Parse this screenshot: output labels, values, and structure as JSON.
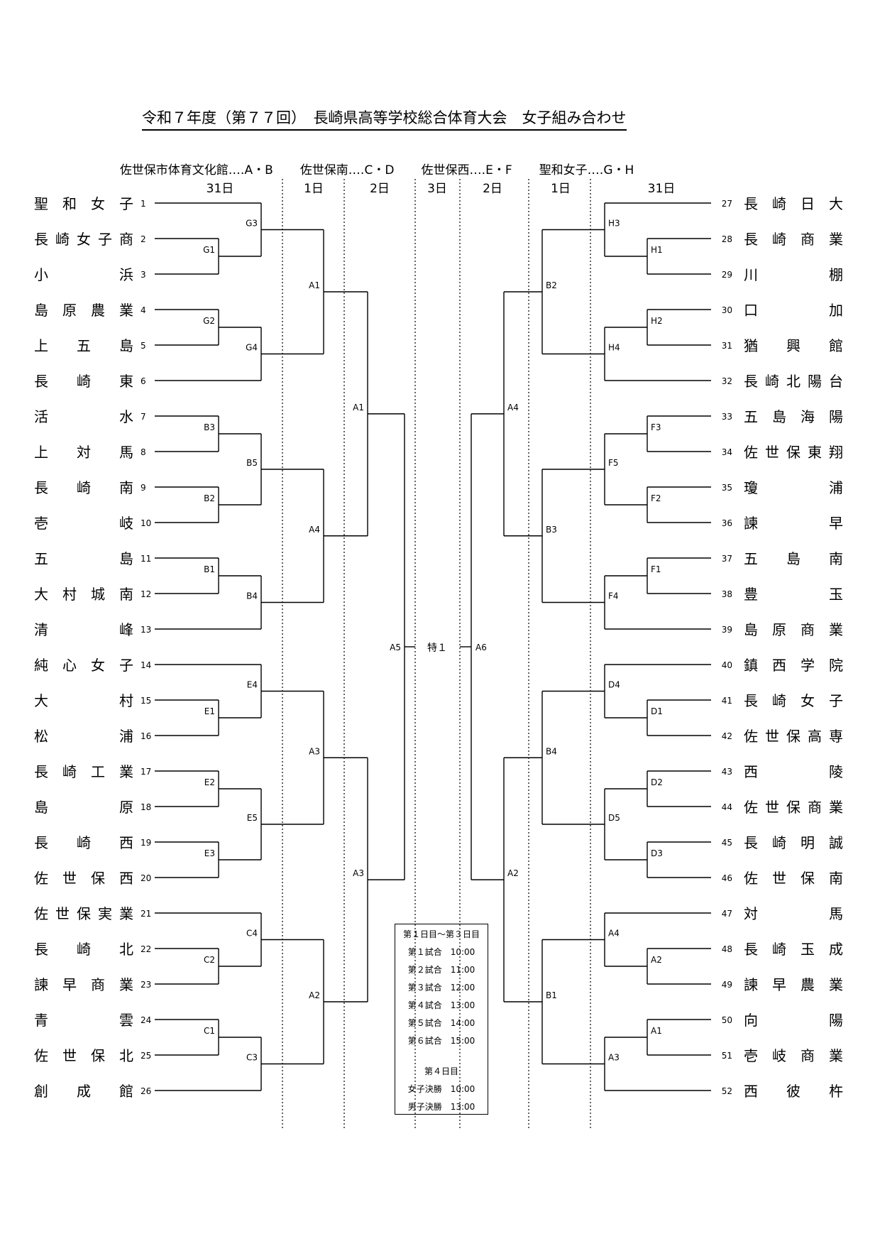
{
  "title": "令和７年度（第７７回）　長崎県高等学校総合体育大会　女子組み合わせ",
  "venues": [
    "佐世保市体育文化館‥‥A・B",
    "佐世保南‥‥C・D",
    "佐世保西‥‥E・F",
    "聖和女子‥‥G・H"
  ],
  "columns": [
    "31日",
    "1日",
    "2日",
    "3日",
    "2日",
    "1日",
    "31日"
  ],
  "teams_left": [
    {
      "no": "1",
      "name": "聖和女子"
    },
    {
      "no": "2",
      "name": "長崎女子商"
    },
    {
      "no": "3",
      "name": "小浜"
    },
    {
      "no": "4",
      "name": "島原農業"
    },
    {
      "no": "5",
      "name": "上五島"
    },
    {
      "no": "6",
      "name": "長崎東"
    },
    {
      "no": "7",
      "name": "活水"
    },
    {
      "no": "8",
      "name": "上対馬"
    },
    {
      "no": "9",
      "name": "長崎南"
    },
    {
      "no": "10",
      "name": "壱岐"
    },
    {
      "no": "11",
      "name": "五島"
    },
    {
      "no": "12",
      "name": "大村城南"
    },
    {
      "no": "13",
      "name": "清峰"
    },
    {
      "no": "14",
      "name": "純心女子"
    },
    {
      "no": "15",
      "name": "大村"
    },
    {
      "no": "16",
      "name": "松浦"
    },
    {
      "no": "17",
      "name": "長崎工業"
    },
    {
      "no": "18",
      "name": "島原"
    },
    {
      "no": "19",
      "name": "長崎西"
    },
    {
      "no": "20",
      "name": "佐世保西"
    },
    {
      "no": "21",
      "name": "佐世保実業"
    },
    {
      "no": "22",
      "name": "長崎北"
    },
    {
      "no": "23",
      "name": "諫早商業"
    },
    {
      "no": "24",
      "name": "青雲"
    },
    {
      "no": "25",
      "name": "佐世保北"
    },
    {
      "no": "26",
      "name": "創成館"
    }
  ],
  "teams_right": [
    {
      "no": "27",
      "name": "長崎日大"
    },
    {
      "no": "28",
      "name": "長崎商業"
    },
    {
      "no": "29",
      "name": "川棚"
    },
    {
      "no": "30",
      "name": "口加"
    },
    {
      "no": "31",
      "name": "猶興館"
    },
    {
      "no": "32",
      "name": "長崎北陽台"
    },
    {
      "no": "33",
      "name": "五島海陽"
    },
    {
      "no": "34",
      "name": "佐世保東翔"
    },
    {
      "no": "35",
      "name": "瓊浦"
    },
    {
      "no": "36",
      "name": "諫早"
    },
    {
      "no": "37",
      "name": "五島南"
    },
    {
      "no": "38",
      "name": "豊玉"
    },
    {
      "no": "39",
      "name": "島原商業"
    },
    {
      "no": "40",
      "name": "鎮西学院"
    },
    {
      "no": "41",
      "name": "長崎女子"
    },
    {
      "no": "42",
      "name": "佐世保高専"
    },
    {
      "no": "43",
      "name": "西陵"
    },
    {
      "no": "44",
      "name": "佐世保商業"
    },
    {
      "no": "45",
      "name": "長崎明誠"
    },
    {
      "no": "46",
      "name": "佐世保南"
    },
    {
      "no": "47",
      "name": "対馬"
    },
    {
      "no": "48",
      "name": "長崎玉成"
    },
    {
      "no": "49",
      "name": "諫早農業"
    },
    {
      "no": "50",
      "name": "向陽"
    },
    {
      "no": "51",
      "name": "壱岐商業"
    },
    {
      "no": "52",
      "name": "西彼杵"
    }
  ],
  "left_r1": [
    {
      "a": 2,
      "b": 3,
      "label": "G1"
    },
    {
      "a": 4,
      "b": 5,
      "label": "G2"
    },
    {
      "a": 7,
      "b": 8,
      "label": "B3"
    },
    {
      "a": 9,
      "b": 10,
      "label": "B2"
    },
    {
      "a": 11,
      "b": 12,
      "label": "B1"
    },
    {
      "a": 15,
      "b": 16,
      "label": "E1"
    },
    {
      "a": 17,
      "b": 18,
      "label": "E2"
    },
    {
      "a": 19,
      "b": 20,
      "label": "E3"
    },
    {
      "a": 22,
      "b": 23,
      "label": "C2"
    },
    {
      "a": 24,
      "b": 25,
      "label": "C1"
    }
  ],
  "left_r2": [
    {
      "a": "t1",
      "b": "m0",
      "label": "G3"
    },
    {
      "a": "m1",
      "b": "t6",
      "label": "G4"
    },
    {
      "a": "m2",
      "b": "m3",
      "label": "B5"
    },
    {
      "a": "m4",
      "b": "t13",
      "label": "B4"
    },
    {
      "a": "t14",
      "b": "m5",
      "label": "E4"
    },
    {
      "a": "m6",
      "b": "m7",
      "label": "E5"
    },
    {
      "a": "t21",
      "b": "m8",
      "label": "C4"
    },
    {
      "a": "m9",
      "b": "t26",
      "label": "C3"
    }
  ],
  "left_r3": [
    {
      "label": "A1"
    },
    {
      "label": "A4"
    },
    {
      "label": "A3"
    },
    {
      "label": "A2"
    }
  ],
  "left_r4": [
    {
      "label": "A1"
    },
    {
      "label": "A3"
    }
  ],
  "right_r1": [
    {
      "a": 28,
      "b": 29,
      "label": "H1"
    },
    {
      "a": 30,
      "b": 31,
      "label": "H2"
    },
    {
      "a": 33,
      "b": 34,
      "label": "F3"
    },
    {
      "a": 35,
      "b": 36,
      "label": "F2"
    },
    {
      "a": 37,
      "b": 38,
      "label": "F1"
    },
    {
      "a": 41,
      "b": 42,
      "label": "D1"
    },
    {
      "a": 43,
      "b": 44,
      "label": "D2"
    },
    {
      "a": 45,
      "b": 46,
      "label": "D3"
    },
    {
      "a": 48,
      "b": 49,
      "label": "A2"
    },
    {
      "a": 50,
      "b": 51,
      "label": "A1"
    }
  ],
  "right_r2": [
    {
      "a": "t27",
      "b": "m0",
      "label": "H3"
    },
    {
      "a": "m1",
      "b": "t32",
      "label": "H4"
    },
    {
      "a": "m2",
      "b": "m3",
      "label": "F5"
    },
    {
      "a": "m4",
      "b": "t39",
      "label": "F4"
    },
    {
      "a": "t40",
      "b": "m5",
      "label": "D4"
    },
    {
      "a": "m6",
      "b": "m7",
      "label": "D5"
    },
    {
      "a": "t47",
      "b": "m8",
      "label": "A4"
    },
    {
      "a": "m9",
      "b": "t52",
      "label": "A3"
    }
  ],
  "right_r3": [
    {
      "label": "B2"
    },
    {
      "label": "B3"
    },
    {
      "label": "B4"
    },
    {
      "label": "B1"
    }
  ],
  "right_r4": [
    {
      "label": "A4"
    },
    {
      "label": "A2"
    }
  ],
  "semi_left": "A5",
  "semi_right": "A6",
  "final": "特１",
  "schedule": {
    "header": "第１日目～第３日目",
    "games": [
      "第１試合　10:00",
      "第２試合　11:00",
      "第３試合　12:00",
      "第４試合　13:00",
      "第５試合　14:00",
      "第６試合　15:00"
    ],
    "day4_header": "第４日目",
    "finals": [
      "女子決勝　10:00",
      "男子決勝　13:00"
    ]
  }
}
